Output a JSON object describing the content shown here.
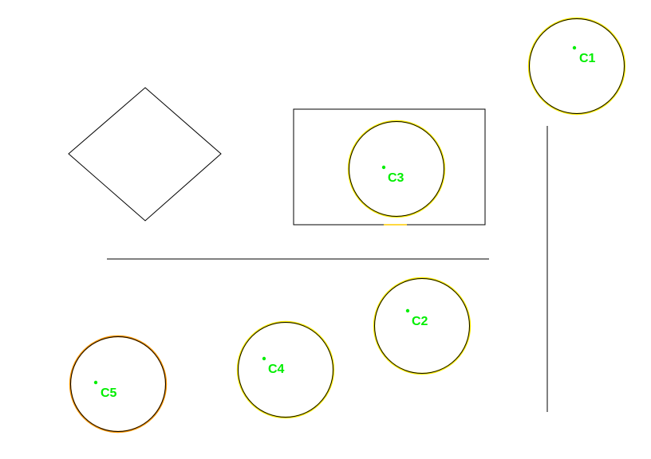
{
  "colors": {
    "background": "#ffffff",
    "outline": "#000000",
    "label": "#00ee00",
    "circle_halo": "#ffee00",
    "circle_halo_alt": "#ff9900"
  },
  "labels": {
    "c1": "C1",
    "c2": "C2",
    "c3": "C3",
    "c4": "C4",
    "c5": "C5"
  }
}
